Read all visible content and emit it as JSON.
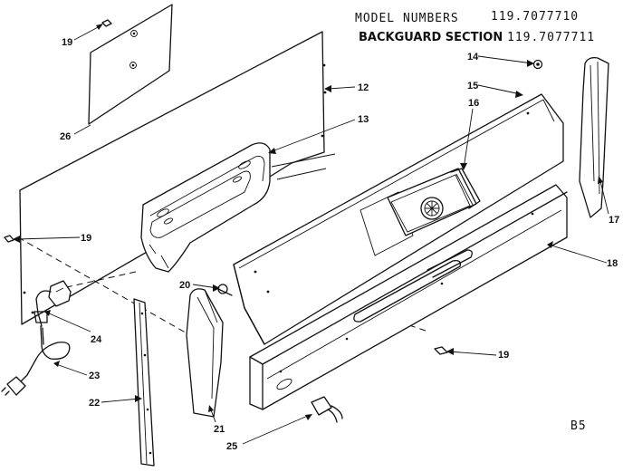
{
  "header": {
    "model_label": "MODEL NUMBERS",
    "model_1": "119.7077710",
    "section_label": "BACKGUARD SECTION",
    "model_2": "119.7077711"
  },
  "page_code": "B5",
  "callouts": {
    "c19a": "19",
    "c26": "26",
    "c12": "12",
    "c13": "13",
    "c14": "14",
    "c15": "15",
    "c16": "16",
    "c17": "17",
    "c18": "18",
    "c19b": "19",
    "c19c": "19",
    "c20": "20",
    "c21": "21",
    "c22": "22",
    "c23": "23",
    "c24": "24",
    "c25": "25"
  }
}
